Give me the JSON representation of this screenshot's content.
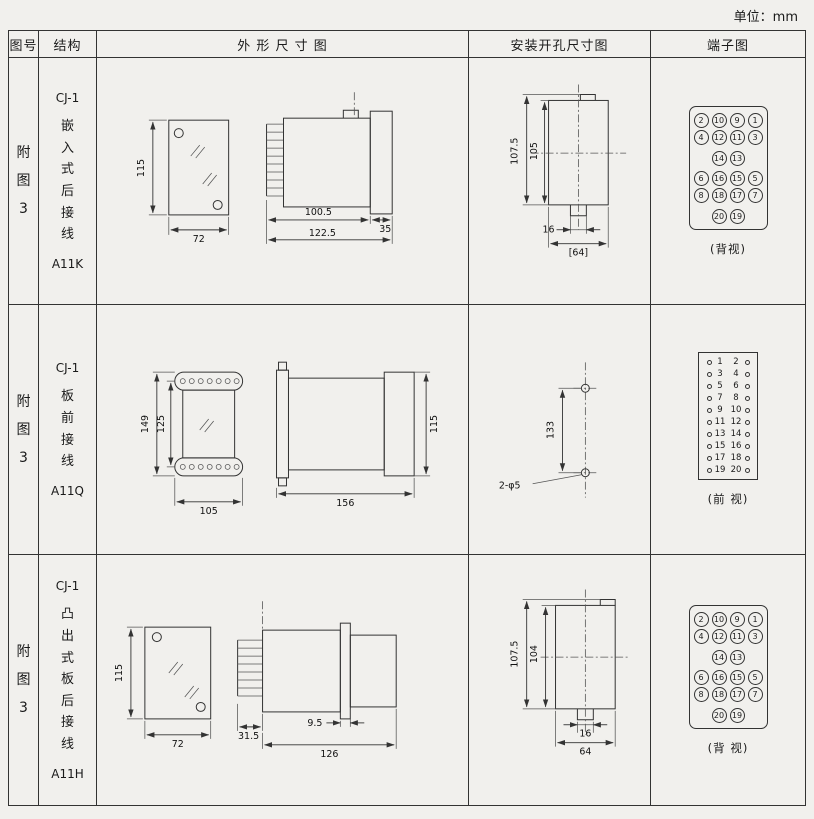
{
  "unit_label": "单位：mm",
  "headers": {
    "figure": "图号",
    "structure": "结构",
    "outline": "外 形 尺 寸 图",
    "mounting": "安装开孔尺寸图",
    "terminal": "端子图"
  },
  "rows": [
    {
      "figure_chars": [
        "附",
        "图",
        "3"
      ],
      "model": "CJ-1",
      "structure_chars": [
        "嵌",
        "入",
        "式",
        "后",
        "接",
        "线"
      ],
      "code": "A11K",
      "outline": {
        "height": "115",
        "width": "72",
        "body_depth": "100.5",
        "total_depth": "122.5",
        "flange_depth": "35"
      },
      "mounting": {
        "outer_height": "107.5",
        "inner_height": "105",
        "notch_width": "16",
        "hole_span": "[64]"
      },
      "terminal": {
        "style": "back",
        "caption": "(背视)",
        "grid": [
          [
            "2",
            "10",
            "9",
            "1"
          ],
          [
            "4",
            "12",
            "11",
            "3"
          ],
          [
            null,
            "14",
            "13",
            null
          ],
          [
            "6",
            "16",
            "15",
            "5"
          ],
          [
            "8",
            "18",
            "17",
            "7"
          ],
          [
            null,
            "20",
            "19",
            null
          ]
        ]
      }
    },
    {
      "figure_chars": [
        "附",
        "图",
        "3"
      ],
      "model": "CJ-1",
      "structure_chars": [
        "板",
        "前",
        "接",
        "线"
      ],
      "code": "A11Q",
      "outline": {
        "outer_height": "149",
        "inner_height": "125",
        "width": "105",
        "depth": "156",
        "rear_height": "115"
      },
      "mounting": {
        "hole_span": "133",
        "hole_label": "2-φ5"
      },
      "terminal": {
        "style": "front",
        "caption": "(前 视)",
        "grid": [
          [
            "1",
            "2"
          ],
          [
            "3",
            "4"
          ],
          [
            "5",
            "6"
          ],
          [
            "7",
            "8"
          ],
          [
            "9",
            "10"
          ],
          [
            "11",
            "12"
          ],
          [
            "13",
            "14"
          ],
          [
            "15",
            "16"
          ],
          [
            "17",
            "18"
          ],
          [
            "19",
            "20"
          ]
        ]
      }
    },
    {
      "figure_chars": [
        "附",
        "图",
        "3"
      ],
      "model": "CJ-1",
      "structure_chars": [
        "凸",
        "出",
        "式",
        "板",
        "后",
        "接",
        "线"
      ],
      "code": "A11H",
      "outline": {
        "height": "115",
        "width": "72",
        "pin_depth": "31.5",
        "flange_thickness": "9.5",
        "total_depth": "126"
      },
      "mounting": {
        "outer_height": "107.5",
        "inner_height": "104",
        "notch_width": "16",
        "hole_span": "64"
      },
      "terminal": {
        "style": "back",
        "caption": "(背 视)",
        "grid": [
          [
            "2",
            "10",
            "9",
            "1"
          ],
          [
            "4",
            "12",
            "11",
            "3"
          ],
          [
            null,
            "14",
            "13",
            null
          ],
          [
            "6",
            "16",
            "15",
            "5"
          ],
          [
            "8",
            "18",
            "17",
            "7"
          ],
          [
            null,
            "20",
            "19",
            null
          ]
        ]
      }
    }
  ]
}
